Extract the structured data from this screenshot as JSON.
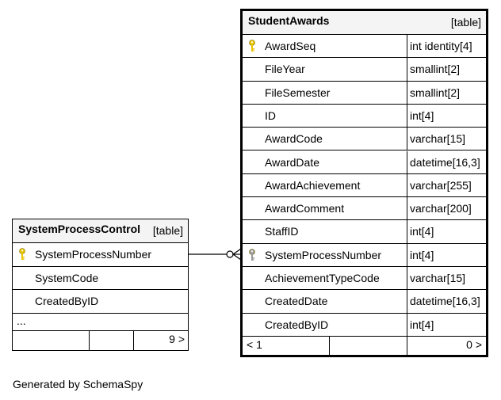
{
  "tables": {
    "system_process_control": {
      "title": "SystemProcessControl",
      "kind": "[table]",
      "columns": [
        {
          "name": "SystemProcessNumber",
          "key": "primary"
        },
        {
          "name": "SystemCode",
          "key": "none"
        },
        {
          "name": "CreatedByID",
          "key": "none"
        }
      ],
      "more": "...",
      "footer_right": "9 >"
    },
    "student_awards": {
      "title": "StudentAwards",
      "kind": "[table]",
      "columns": [
        {
          "name": "AwardSeq",
          "type": "int identity[4]",
          "key": "primary"
        },
        {
          "name": "FileYear",
          "type": "smallint[2]",
          "key": "none"
        },
        {
          "name": "FileSemester",
          "type": "smallint[2]",
          "key": "none"
        },
        {
          "name": "ID",
          "type": "int[4]",
          "key": "none"
        },
        {
          "name": "AwardCode",
          "type": "varchar[15]",
          "key": "none"
        },
        {
          "name": "AwardDate",
          "type": "datetime[16,3]",
          "key": "none"
        },
        {
          "name": "AwardAchievement",
          "type": "varchar[255]",
          "key": "none"
        },
        {
          "name": "AwardComment",
          "type": "varchar[200]",
          "key": "none"
        },
        {
          "name": "StaffID",
          "type": "int[4]",
          "key": "none"
        },
        {
          "name": "SystemProcessNumber",
          "type": "int[4]",
          "key": "foreign"
        },
        {
          "name": "AchievementTypeCode",
          "type": "varchar[15]",
          "key": "none"
        },
        {
          "name": "CreatedDate",
          "type": "datetime[16,3]",
          "key": "none"
        },
        {
          "name": "CreatedByID",
          "type": "int[4]",
          "key": "none"
        }
      ],
      "footer_left": "< 1",
      "footer_right": "0 >"
    }
  },
  "colors": {
    "primary_key": "#e8c400",
    "foreign_key": "#9a9a9a",
    "header_bg": "#f4f4f4",
    "line": "#000000"
  },
  "icons": {
    "primary_key": "key-icon",
    "foreign_key": "key-icon"
  },
  "generated_by": "Generated by SchemaSpy"
}
